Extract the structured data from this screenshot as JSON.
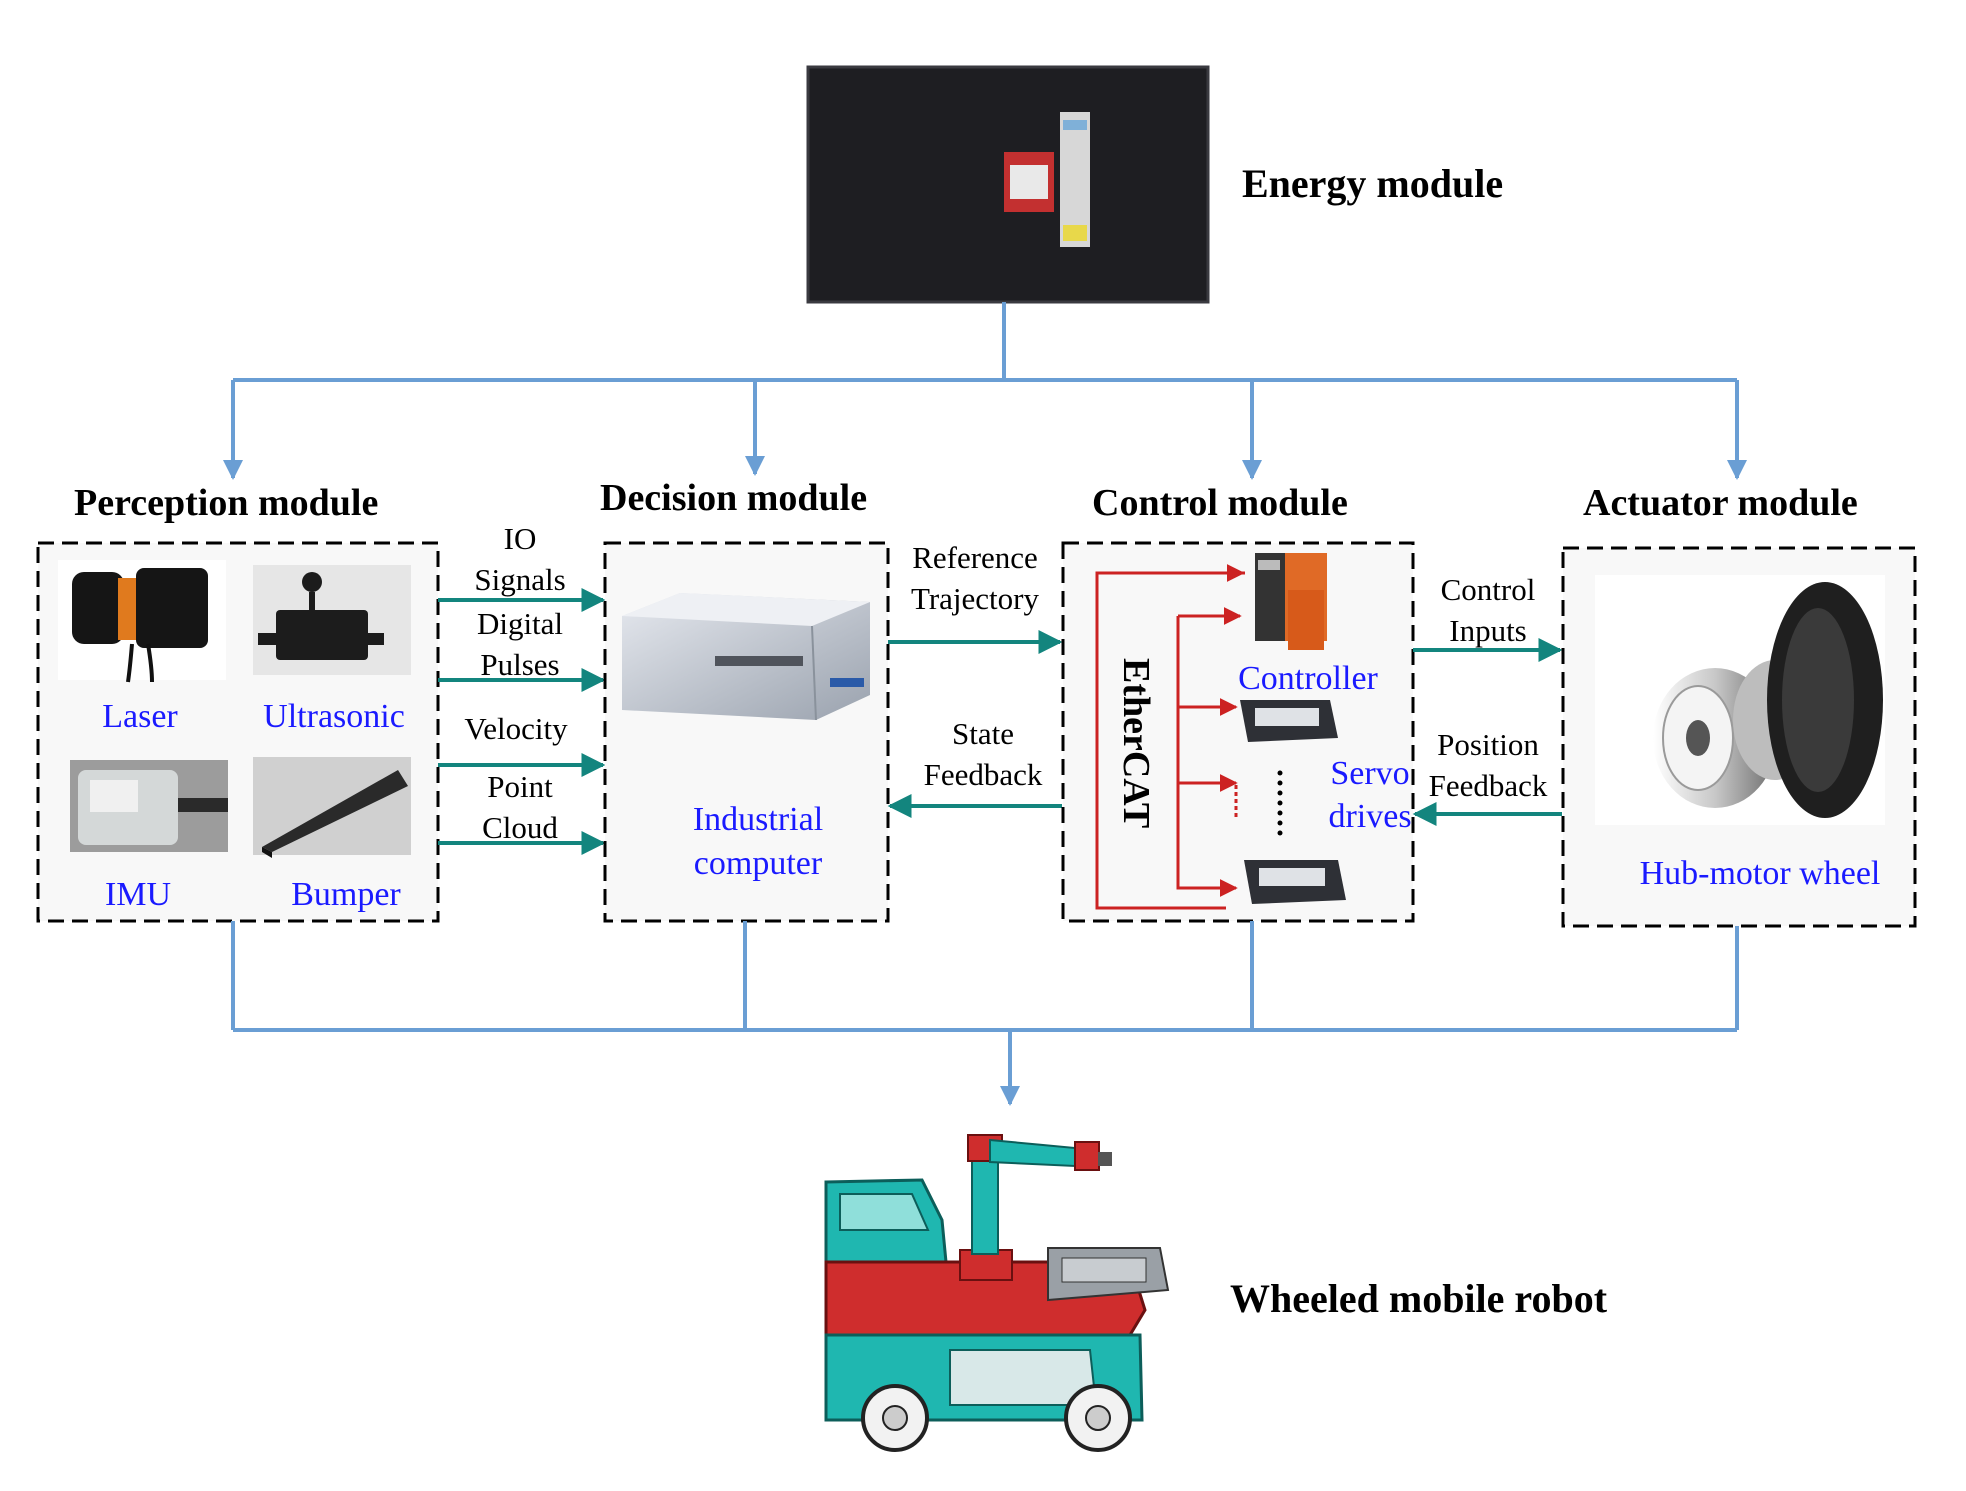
{
  "energy": {
    "title": "Energy module"
  },
  "perception": {
    "title": "Perception module",
    "sensors": [
      "Laser",
      "Ultrasonic",
      "IMU",
      "Bumper"
    ]
  },
  "decision": {
    "title": "Decision module",
    "device_line1": "Industrial",
    "device_line2": "computer"
  },
  "control": {
    "title": "Control module",
    "bus": "EtherCAT",
    "controller": "Controller",
    "servo_line1": "Servo",
    "servo_line2": "drives"
  },
  "actuator": {
    "title": "Actuator module",
    "device": "Hub-motor wheel"
  },
  "robot": {
    "title": "Wheeled mobile robot"
  },
  "flows": {
    "perception_to_decision": [
      [
        "IO",
        "Signals"
      ],
      [
        "Digital",
        "Pulses"
      ],
      [
        "Velocity"
      ],
      [
        "Point",
        "Cloud"
      ]
    ],
    "reference": [
      "Reference",
      "Trajectory"
    ],
    "state": [
      "State",
      "Feedback"
    ],
    "control_inputs": [
      "Control",
      "Inputs"
    ],
    "position": [
      "Position",
      "Feedback"
    ]
  },
  "colors": {
    "power_lines": "#6a9ed4",
    "signal_arrows": "#13857e",
    "ethercat_lines": "#cc2222",
    "sensor_labels": "#1a1aff"
  }
}
